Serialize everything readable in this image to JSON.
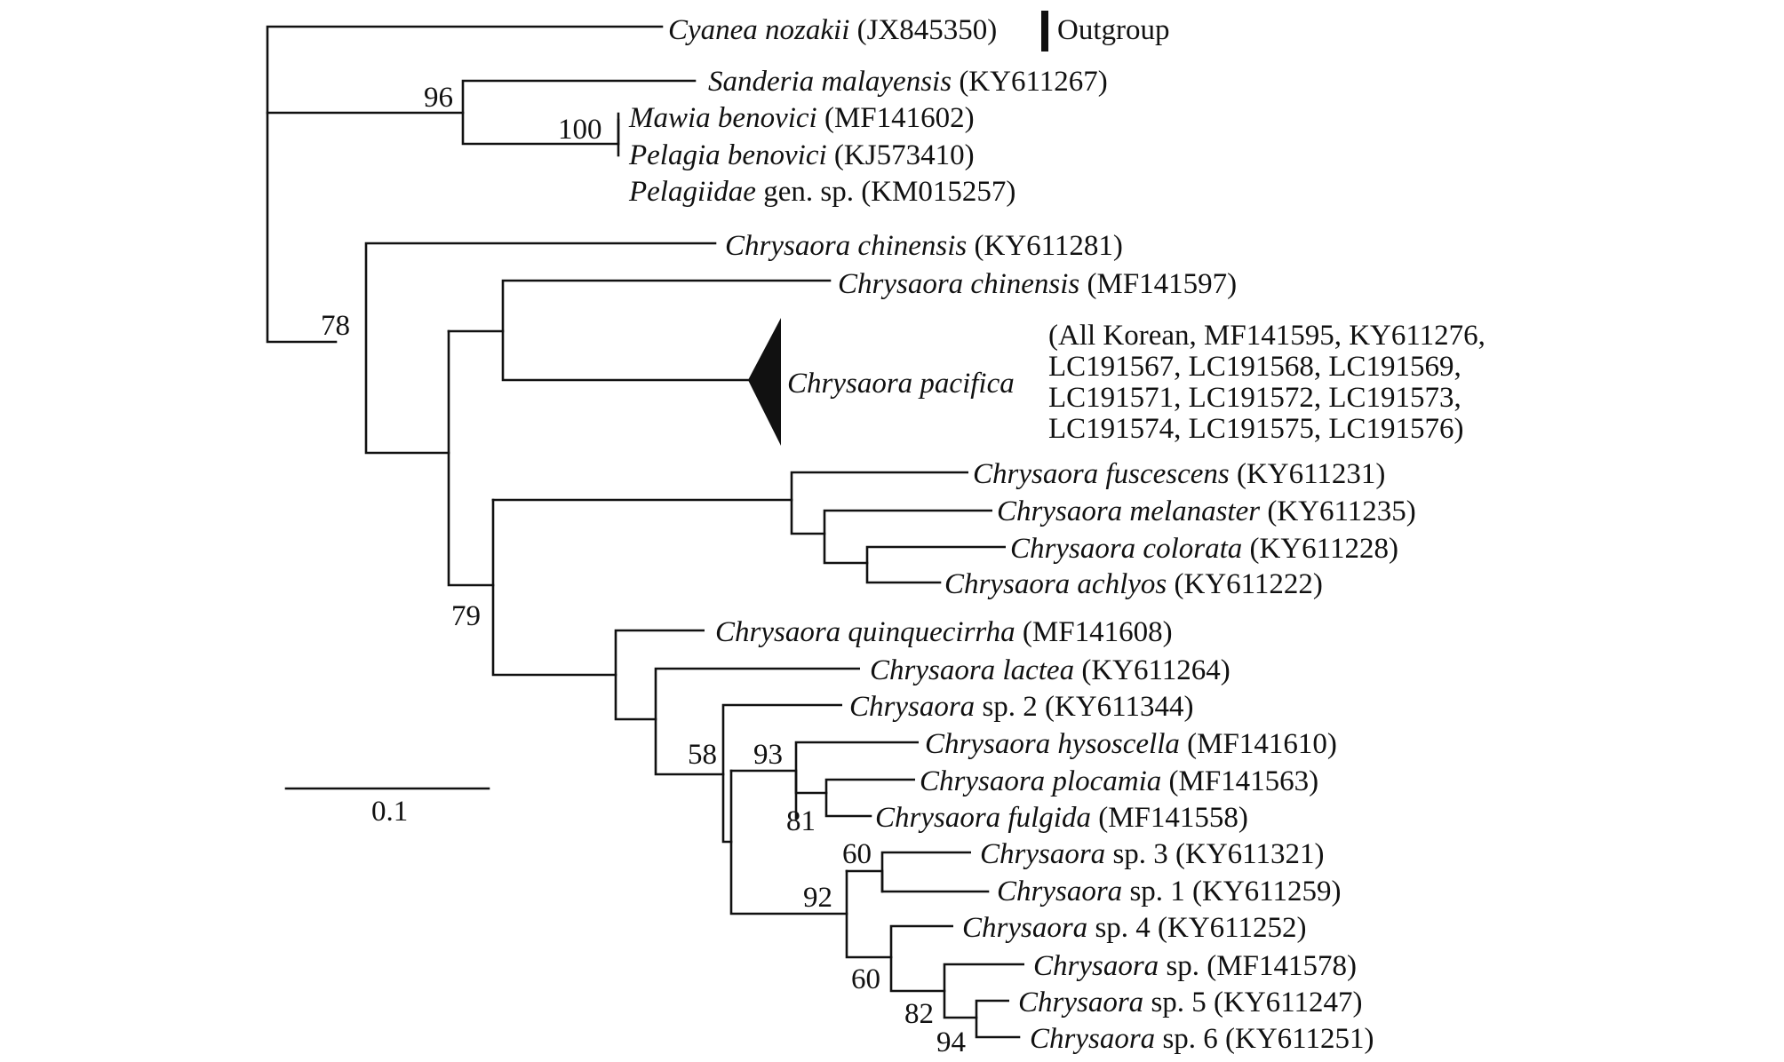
{
  "tree": {
    "outgroup_label": "Outgroup",
    "scale_bar_label": "0.1",
    "collapsed_clade": {
      "name": "Chrysaora pacifica",
      "accessions": [
        "(All Korean, MF141595, KY611276,",
        "LC191567, LC191568, LC191569,",
        "LC191571, LC191572, LC191573,",
        "LC191574, LC191575, LC191576)"
      ]
    },
    "taxa": [
      {
        "genus": "Cyanea nozakii",
        "epithet": "",
        "rest": "(JX845350)"
      },
      {
        "genus": "Sanderia malayensis",
        "epithet": "",
        "rest": "(KY611267)"
      },
      {
        "genus": "Mawia benovici",
        "epithet": "",
        "rest": "(MF141602)"
      },
      {
        "genus": "Pelagia benovici",
        "epithet": "",
        "rest": "(KJ573410)"
      },
      {
        "genus": "Pelagiidae",
        "epithet": "",
        "rest": "gen. sp. (KM015257)"
      },
      {
        "genus": "Chrysaora chinensis",
        "epithet": "",
        "rest": "(KY611281)"
      },
      {
        "genus": "Chrysaora chinensis",
        "epithet": "",
        "rest": "(MF141597)"
      },
      {
        "genus": "Chrysaora fuscescens",
        "epithet": "",
        "rest": "(KY611231)"
      },
      {
        "genus": "Chrysaora melanaster",
        "epithet": "",
        "rest": "(KY611235)"
      },
      {
        "genus": "Chrysaora colorata",
        "epithet": "",
        "rest": "(KY611228)"
      },
      {
        "genus": "Chrysaora achlyos",
        "epithet": "",
        "rest": "(KY611222)"
      },
      {
        "genus": "Chrysaora quinquecirrha",
        "epithet": "",
        "rest": "(MF141608)"
      },
      {
        "genus": "Chrysaora lactea",
        "epithet": "",
        "rest": "(KY611264)"
      },
      {
        "genus": "Chrysaora",
        "epithet": "",
        "rest": "sp. 2 (KY611344)"
      },
      {
        "genus": "Chrysaora hysoscella",
        "epithet": "",
        "rest": "(MF141610)"
      },
      {
        "genus": "Chrysaora plocamia",
        "epithet": "",
        "rest": "(MF141563)"
      },
      {
        "genus": "Chrysaora fulgida",
        "epithet": "",
        "rest": "(MF141558)"
      },
      {
        "genus": "Chrysaora",
        "epithet": "",
        "rest": "sp. 3 (KY611321)"
      },
      {
        "genus": "Chrysaora",
        "epithet": "",
        "rest": "sp. 1 (KY611259)"
      },
      {
        "genus": "Chrysaora",
        "epithet": "",
        "rest": "sp. 4 (KY611252)"
      },
      {
        "genus": "Chrysaora",
        "epithet": "",
        "rest": "sp. (MF141578)"
      },
      {
        "genus": "Chrysaora",
        "epithet": "",
        "rest": "sp. 5 (KY611247)"
      },
      {
        "genus": "Chrysaora",
        "epithet": "",
        "rest": "sp. 6 (KY611251)"
      }
    ],
    "support_values": [
      "96",
      "100",
      "78",
      "79",
      "58",
      "93",
      "81",
      "60",
      "92",
      "60",
      "82",
      "94"
    ]
  }
}
